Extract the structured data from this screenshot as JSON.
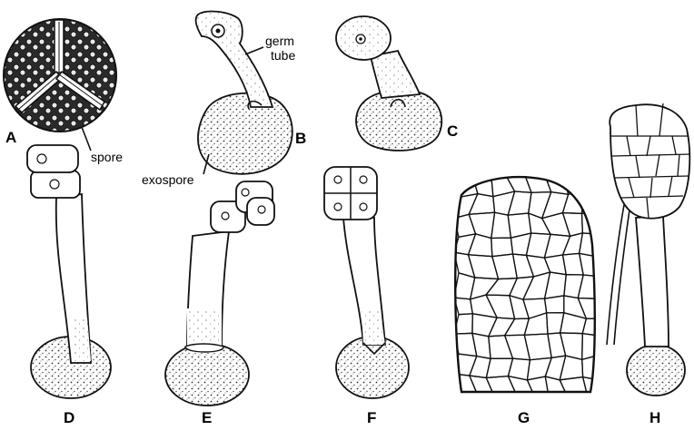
{
  "panel_letters": {
    "a": "A",
    "b": "B",
    "c": "C",
    "d": "D",
    "e": "E",
    "f": "F",
    "g": "G",
    "h": "H"
  },
  "annotations": {
    "germ": "germ",
    "tube": "tube",
    "spore": "spore",
    "exospore": "exospore"
  }
}
